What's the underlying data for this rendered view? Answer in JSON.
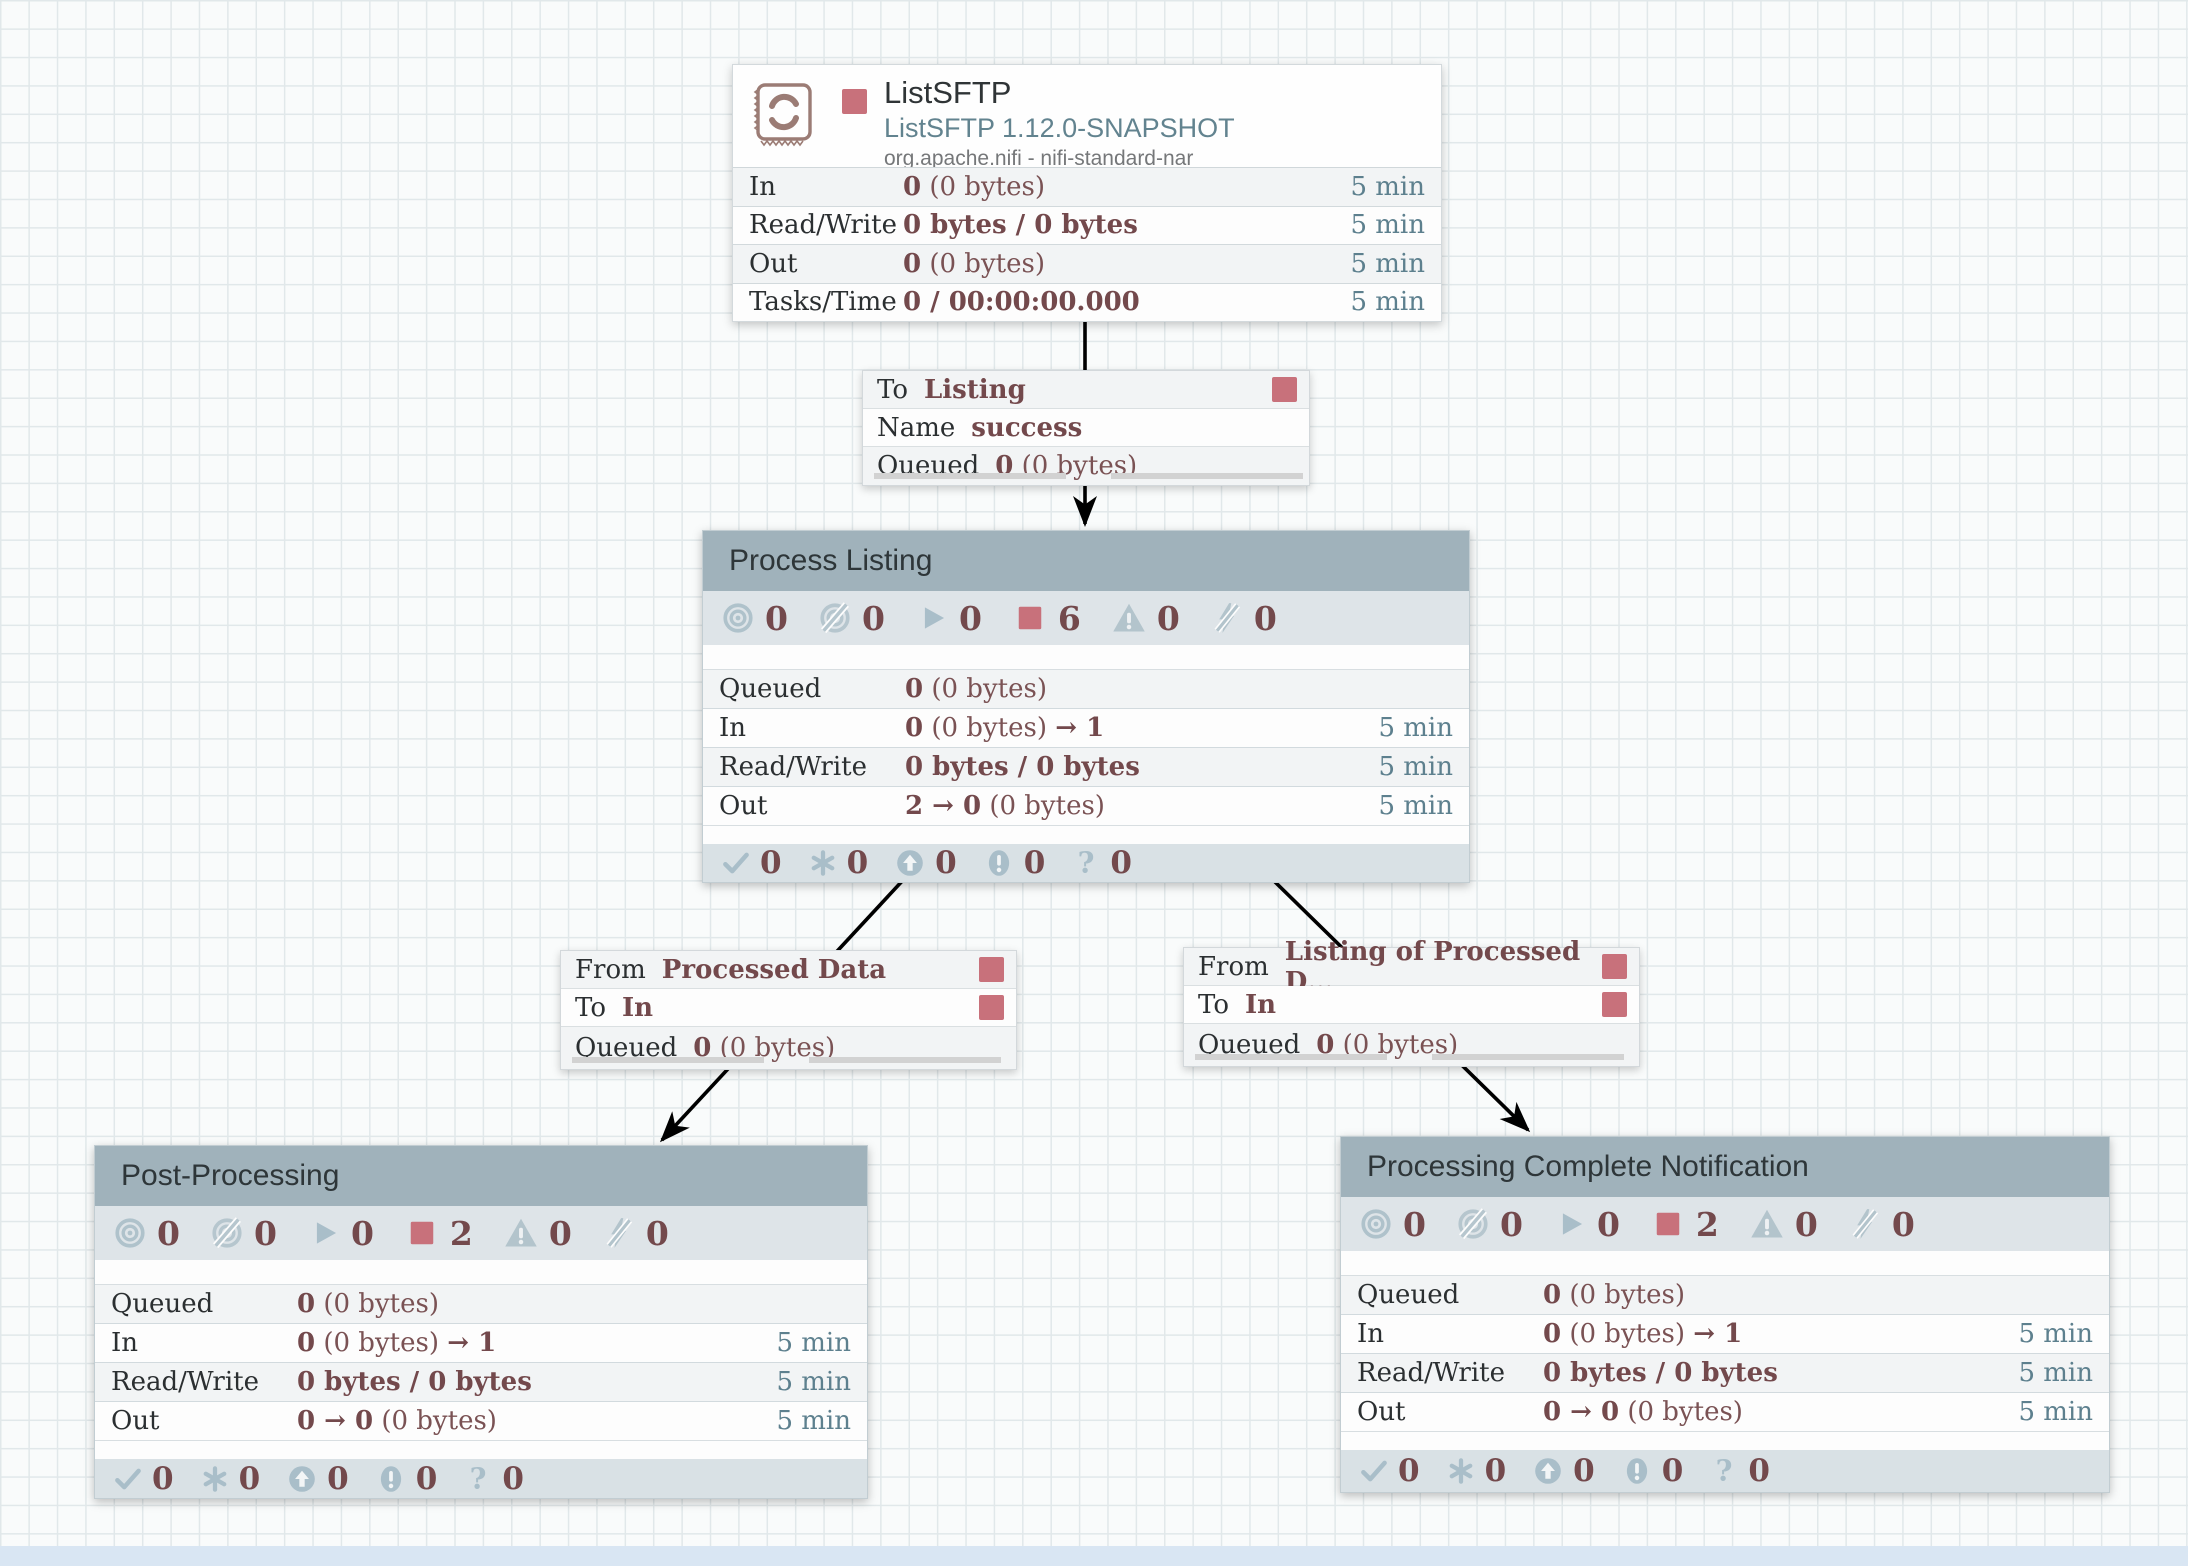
{
  "processor": {
    "title": "ListSFTP",
    "type": "ListSFTP 1.12.0-SNAPSHOT",
    "bundle": "org.apache.nifi - nifi-standard-nar",
    "stats": [
      {
        "label": "In",
        "b1": "0",
        "n1": " (0 bytes)",
        "window": "5 min"
      },
      {
        "label": "Read/Write",
        "b1": "0 bytes / 0 bytes",
        "window": "5 min"
      },
      {
        "label": "Out",
        "b1": "0",
        "n1": " (0 bytes)",
        "window": "5 min"
      },
      {
        "label": "Tasks/Time",
        "b1": "0 / 00:00:00.000",
        "window": "5 min"
      }
    ]
  },
  "connections": [
    {
      "rows": [
        {
          "key": "To",
          "value": "Listing"
        },
        {
          "key": "Name",
          "value": "success"
        }
      ],
      "queued": {
        "key": "Queued",
        "b": "0",
        "rest": " (0 bytes)"
      }
    },
    {
      "rows": [
        {
          "key": "From",
          "value": "Processed Data"
        },
        {
          "key": "To",
          "value": "In"
        }
      ],
      "queued": {
        "key": "Queued",
        "b": "0",
        "rest": " (0 bytes)"
      }
    },
    {
      "rows": [
        {
          "key": "From",
          "value": "Listing of Processed D…"
        },
        {
          "key": "To",
          "value": "In"
        }
      ],
      "queued": {
        "key": "Queued",
        "b": "0",
        "rest": " (0 bytes)"
      }
    }
  ],
  "groups": [
    {
      "name": "Process Listing",
      "counts": {
        "transmitting": "0",
        "not_transmitting": "0",
        "running": "0",
        "stopped": "6",
        "invalid": "0",
        "disabled": "0"
      },
      "stats": [
        {
          "label": "Queued",
          "b1": "0",
          "n1": " (0 bytes)"
        },
        {
          "label": "In",
          "b1": "0",
          "n1": " (0 bytes) ",
          "b2": "→ 1",
          "window": "5 min"
        },
        {
          "label": "Read/Write",
          "b1": "0 bytes / 0 bytes",
          "window": "5 min"
        },
        {
          "label": "Out",
          "b1": "2 → 0",
          "n1": " (0 bytes)",
          "window": "5 min"
        }
      ],
      "versioned": {
        "up_to_date": "0",
        "locally_modified": "0",
        "stale": "0",
        "locally_modified_stale": "0",
        "sync_failure": "0"
      }
    },
    {
      "name": "Post-Processing",
      "counts": {
        "transmitting": "0",
        "not_transmitting": "0",
        "running": "0",
        "stopped": "2",
        "invalid": "0",
        "disabled": "0"
      },
      "stats": [
        {
          "label": "Queued",
          "b1": "0",
          "n1": " (0 bytes)"
        },
        {
          "label": "In",
          "b1": "0",
          "n1": " (0 bytes) ",
          "b2": "→ 1",
          "window": "5 min"
        },
        {
          "label": "Read/Write",
          "b1": "0 bytes / 0 bytes",
          "window": "5 min"
        },
        {
          "label": "Out",
          "b1": "0 → 0",
          "n1": " (0 bytes)",
          "window": "5 min"
        }
      ],
      "versioned": {
        "up_to_date": "0",
        "locally_modified": "0",
        "stale": "0",
        "locally_modified_stale": "0",
        "sync_failure": "0"
      }
    },
    {
      "name": "Processing Complete Notification",
      "counts": {
        "transmitting": "0",
        "not_transmitting": "0",
        "running": "0",
        "stopped": "2",
        "invalid": "0",
        "disabled": "0"
      },
      "stats": [
        {
          "label": "Queued",
          "b1": "0",
          "n1": " (0 bytes)"
        },
        {
          "label": "In",
          "b1": "0",
          "n1": " (0 bytes) ",
          "b2": "→ 1",
          "window": "5 min"
        },
        {
          "label": "Read/Write",
          "b1": "0 bytes / 0 bytes",
          "window": "5 min"
        },
        {
          "label": "Out",
          "b1": "0 → 0",
          "n1": " (0 bytes)",
          "window": "5 min"
        }
      ],
      "versioned": {
        "up_to_date": "0",
        "locally_modified": "0",
        "stale": "0",
        "locally_modified_stale": "0",
        "sync_failure": "0"
      }
    }
  ],
  "icons": {
    "group_status_bar": [
      "transmitting-icon",
      "not-transmitting-icon",
      "running-icon",
      "stopped-icon",
      "invalid-icon",
      "disabled-icon"
    ],
    "versioned_status_bar": [
      "up-to-date-icon",
      "locally-modified-icon",
      "stale-icon",
      "locally-modified-stale-icon",
      "sync-failure-icon"
    ],
    "stopped_color": "#c8717b",
    "status_icon_color": "#a9bec9"
  }
}
